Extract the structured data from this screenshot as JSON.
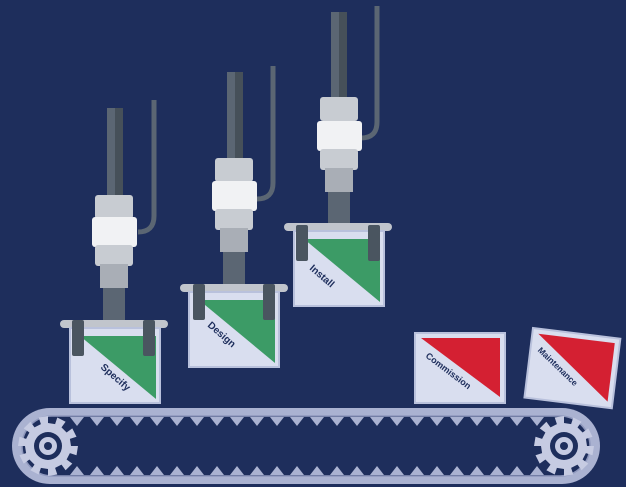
{
  "colors": {
    "background": "#1e2e5c",
    "cardFace": "#d9deef",
    "cardBorder": "#b9c1dc",
    "completeAccent": "#3c9b66",
    "pendingAccent": "#d42032",
    "labelText": "#1e2e5c",
    "belt": "#aab2d1",
    "beltDark": "#8f98bd",
    "gear": "#c6cbe2",
    "shaft": "#5b6673",
    "shaftDark": "#465059",
    "cylinder": "#c8ccd2",
    "collar": "#f1f2f4",
    "platen": "#c1c5cc"
  },
  "stages": [
    {
      "label": "Specify",
      "status": "complete"
    },
    {
      "label": "Design",
      "status": "complete"
    },
    {
      "label": "Install",
      "status": "complete"
    },
    {
      "label": "Commission",
      "status": "pending"
    },
    {
      "label": "Maintenance",
      "status": "pending"
    }
  ]
}
